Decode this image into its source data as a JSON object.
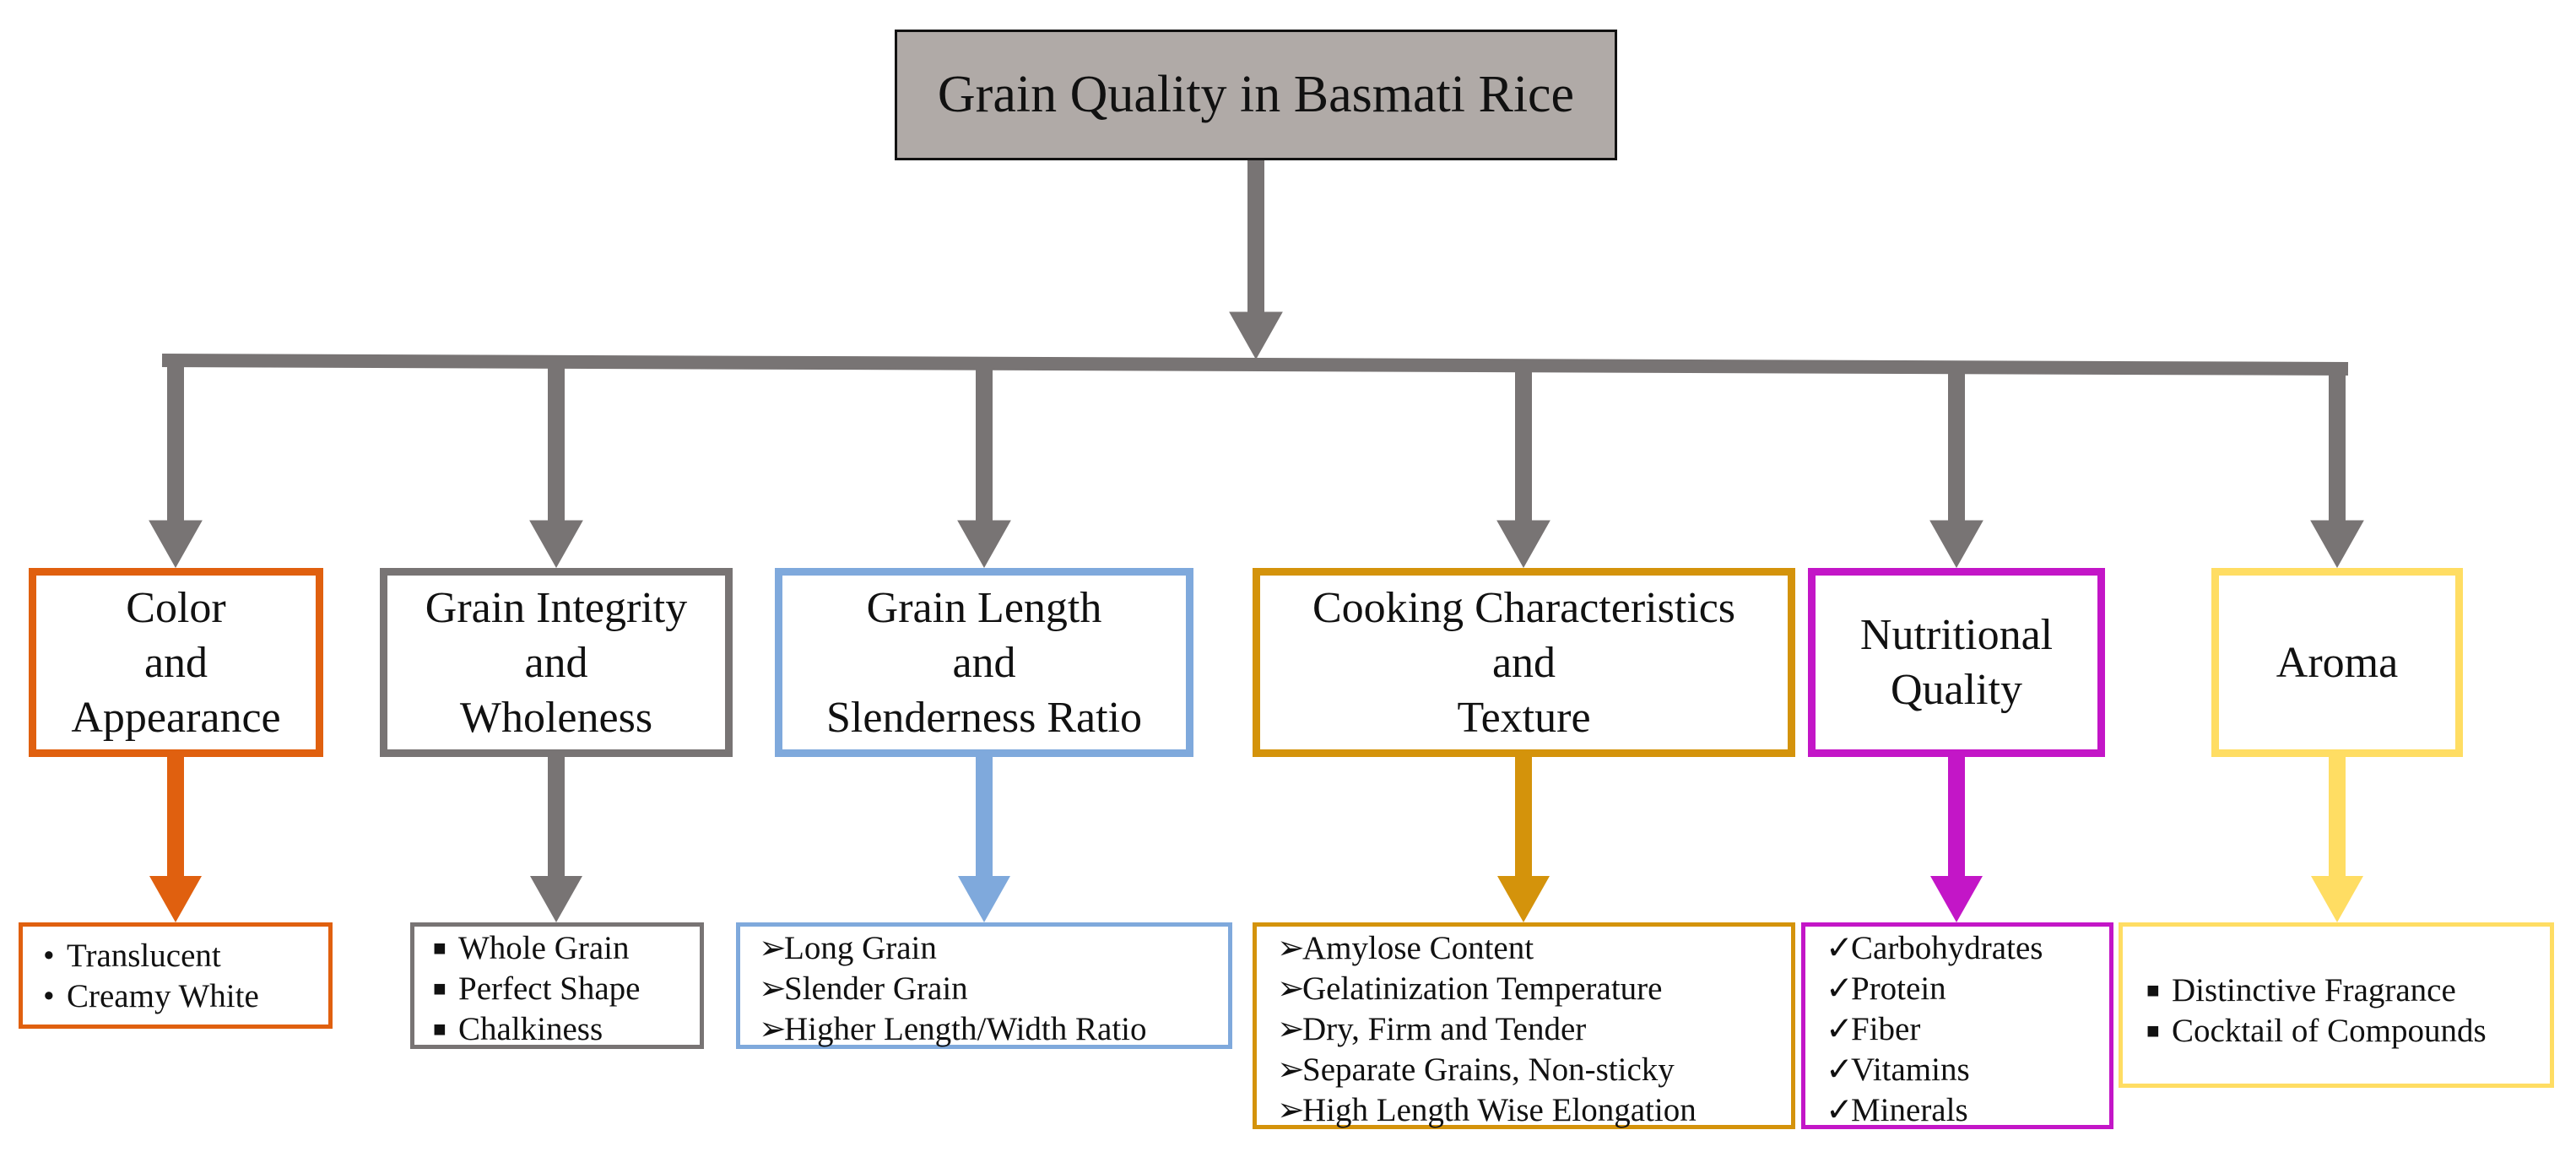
{
  "title": "Grain Quality in Basmati Rice",
  "colors": {
    "connector": "#787474",
    "root_fill": "#b0aaa7"
  },
  "categories": [
    {
      "id": "color",
      "lines": [
        "Color",
        "and",
        "Appearance"
      ],
      "color": "#e0600f",
      "bullet": "dot",
      "items": [
        "Translucent",
        "Creamy White"
      ]
    },
    {
      "id": "integrity",
      "lines": [
        "Grain Integrity",
        "and",
        "Wholeness"
      ],
      "color": "#787474",
      "bullet": "square",
      "items": [
        "Whole Grain",
        "Perfect Shape",
        "Chalkiness"
      ]
    },
    {
      "id": "length",
      "lines": [
        "Grain Length",
        "and",
        "Slenderness Ratio"
      ],
      "color": "#7fa9dc",
      "bullet": "arrow",
      "items": [
        "Long Grain",
        "Slender Grain",
        "Higher Length/Width Ratio"
      ]
    },
    {
      "id": "cooking",
      "lines": [
        "Cooking Characteristics",
        "and",
        "Texture"
      ],
      "color": "#d4930b",
      "bullet": "arrow",
      "items": [
        "Amylose Content",
        "Gelatinization Temperature",
        "Dry, Firm and Tender",
        "Separate Grains, Non-sticky",
        "High Length Wise Elongation"
      ]
    },
    {
      "id": "nutrition",
      "lines": [
        "Nutritional",
        "Quality"
      ],
      "color": "#c316c7",
      "bullet": "check",
      "items": [
        "Carbohydrates",
        "Protein",
        "Fiber",
        "Vitamins",
        "Minerals"
      ]
    },
    {
      "id": "aroma",
      "lines": [
        "Aroma"
      ],
      "color": "#ffdd63",
      "bullet": "square",
      "items": [
        "Distinctive Fragrance",
        "Cocktail of Compounds"
      ]
    }
  ]
}
